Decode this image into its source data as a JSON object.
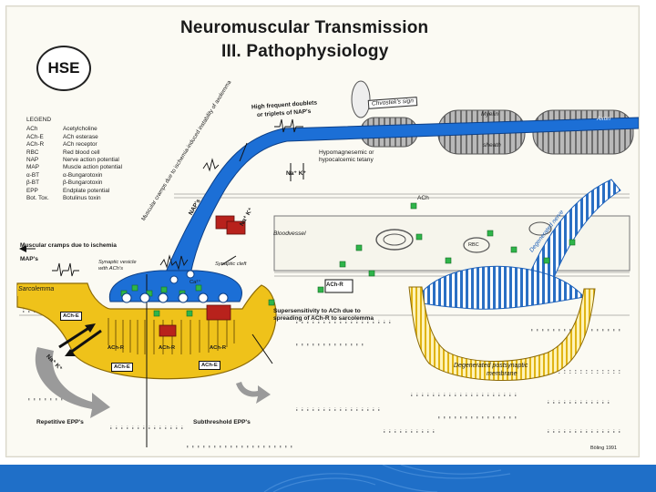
{
  "title": {
    "line1": "Neuromuscular  Transmission",
    "line2": "III. Pathophysiology"
  },
  "logo": "HSE",
  "legend": {
    "heading": "LEGEND",
    "items": [
      {
        "abbr": "ACh",
        "text": "Acetylcholine"
      },
      {
        "abbr": "ACh-E",
        "text": "ACh esterase"
      },
      {
        "abbr": "ACh-R",
        "text": "ACh receptor"
      },
      {
        "abbr": "RBC",
        "text": "Red blood cell"
      },
      {
        "abbr": "NAP",
        "text": "Nerve action potential"
      },
      {
        "abbr": "MAP",
        "text": "Muscle action potential"
      },
      {
        "abbr": "α-BT",
        "text": "α-Bungarotoxin"
      },
      {
        "abbr": "β-BT",
        "text": "β-Bungarotoxin"
      },
      {
        "abbr": "EPP",
        "text": "Endplate potential"
      },
      {
        "abbr": "Bot. Tox.",
        "text": "Botulinus toxin"
      }
    ]
  },
  "labels": {
    "high_frequent": "High frequent doublets",
    "triplets": "or triplets of NAP's",
    "chvostek": "Chvostek's sign",
    "myelin": "Myelin",
    "axon": "Axon",
    "sheath": "sheath",
    "hypomagnesemic": "Hypomagnesemic or",
    "hypocalcemic": "hypocalcemic tetany",
    "na_k_top": "Na⁺ K⁺",
    "ischemia": "Muscular cramps due to ischemia-induced instability of axolemma",
    "naps_diag": "NAP's",
    "na_k_mid": "Na⁺ K⁺",
    "ach_top": "ACh",
    "bloodvessel": "Bloodvessel",
    "rbc": "RBC",
    "degenerated_nerve": "Degenerated nerve",
    "muscular_cramps": "Muscular cramps due to ischemia",
    "maps": "MAP's",
    "synaptic_vesicle": "Synaptic vesicle",
    "with_achs": "with ACh's",
    "synaptic_cleft": "Synaptic cleft",
    "sarcolemma": "Sarcolemma",
    "ca": "Ca²⁺",
    "achr_box": "ACh-R",
    "supersensitivity1": "Supersensitivity to ACh due to",
    "supersensitivity2": "spreading of ACh-R to sarcolemma",
    "ache_left": "ACh-E",
    "na_k_left": "Na⁺ K⁺",
    "achr1": "ACh-R",
    "achr2": "ACh-R",
    "achr3": "ACh-R",
    "ache2": "ACh-E",
    "ache3": "ACh-E",
    "degenerated_post1": "Degenerated  postsynaptic",
    "degenerated_post2": "membrane",
    "repetitive": "Repetitive EPP's",
    "subthreshold": "Subthreshold EPP's",
    "signature": "Böling  1991"
  },
  "colors": {
    "nerve_blue": "#1c6fd6",
    "muscle_yellow": "#efc21a",
    "receptor_red": "#b8221c",
    "ach_green": "#2fb54a",
    "footer_blue": "#1f6fc8",
    "myelin_gray": "#9a9a9a"
  }
}
